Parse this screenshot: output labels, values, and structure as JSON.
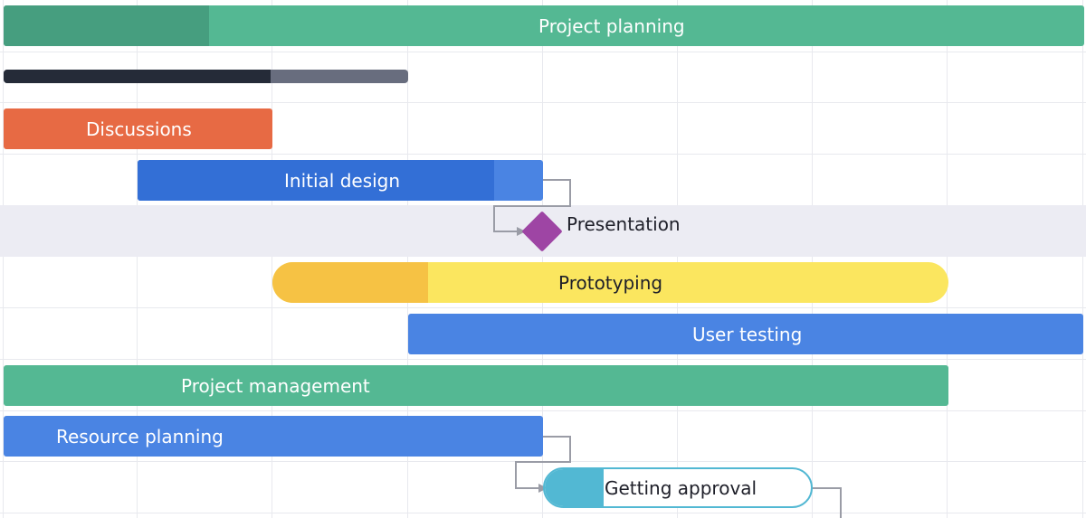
{
  "colors": {
    "green": "#54b893",
    "green_progress": "#469e7f",
    "dark": "#252b38",
    "gray": "#686d7e",
    "orange": "#e76a44",
    "blue": "#4a84e3",
    "blue_progress": "#336fd6",
    "yellow": "#fbe65f",
    "yellow_progress": "#f6c244",
    "purple": "#9e45a4",
    "cyan": "#52b8d3",
    "connector": "#9a9ca6"
  },
  "tasks": [
    {
      "label": "Project planning",
      "progress": 0.19
    },
    {
      "label": "",
      "progress": 0.66
    },
    {
      "label": "Discussions",
      "progress": 0
    },
    {
      "label": "Initial design",
      "progress": 0.88
    },
    {
      "label": "Presentation",
      "milestone": true
    },
    {
      "label": "Prototyping",
      "progress": 0.23
    },
    {
      "label": "User testing",
      "progress": 0
    },
    {
      "label": "Project management",
      "progress": 0
    },
    {
      "label": "Resource planning",
      "progress": 0
    },
    {
      "label": "Getting approval",
      "progress": 0.22
    }
  ]
}
